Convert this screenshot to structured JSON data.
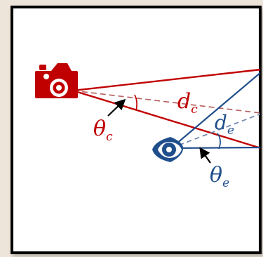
{
  "diagram": {
    "labels": {
      "camera_distance": {
        "main": "d",
        "sub": "c"
      },
      "camera_angle": {
        "main": "θ",
        "sub": "c"
      },
      "eye_distance": {
        "main": "d",
        "sub": "e"
      },
      "eye_angle": {
        "main": "θ",
        "sub": "e"
      }
    },
    "icons": {
      "camera": "camera-icon",
      "eye": "eye-icon"
    },
    "colors": {
      "camera": "#c00000",
      "eye": "#1f4e8c",
      "background": "#ede5d9",
      "panel": "#ffffff",
      "border": "#000000",
      "annotation": "#000000"
    }
  }
}
